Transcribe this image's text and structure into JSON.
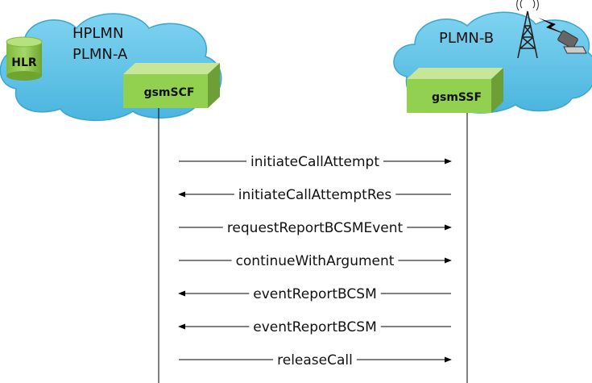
{
  "networks": {
    "home": {
      "line1": "HPLMN",
      "line2": "PLMN-A"
    },
    "visited": {
      "name": "PLMN-B"
    }
  },
  "nodes": {
    "hlr": "HLR",
    "scf": "gsmSCF",
    "ssf": "gsmSSF"
  },
  "messages": [
    {
      "label": "initiateCallAttempt",
      "direction": "right"
    },
    {
      "label": "initiateCallAttemptRes",
      "direction": "left"
    },
    {
      "label": "requestReportBCSMEvent",
      "direction": "right"
    },
    {
      "label": "continueWithArgument",
      "direction": "right"
    },
    {
      "label": "eventReportBCSM",
      "direction": "left"
    },
    {
      "label": "eventReportBCSM",
      "direction": "left"
    },
    {
      "label": "releaseCall",
      "direction": "right"
    }
  ],
  "colors": {
    "cloud": "#5bc2e7",
    "cloud_edge": "#3aa6cf",
    "node_green": "#92d050",
    "node_green_light": "#c6e79a",
    "node_green_dark": "#6e9e36",
    "hlr_green": "#8cc63f"
  },
  "icons": [
    "radio-tower-icon",
    "mobile-phone-icon"
  ]
}
